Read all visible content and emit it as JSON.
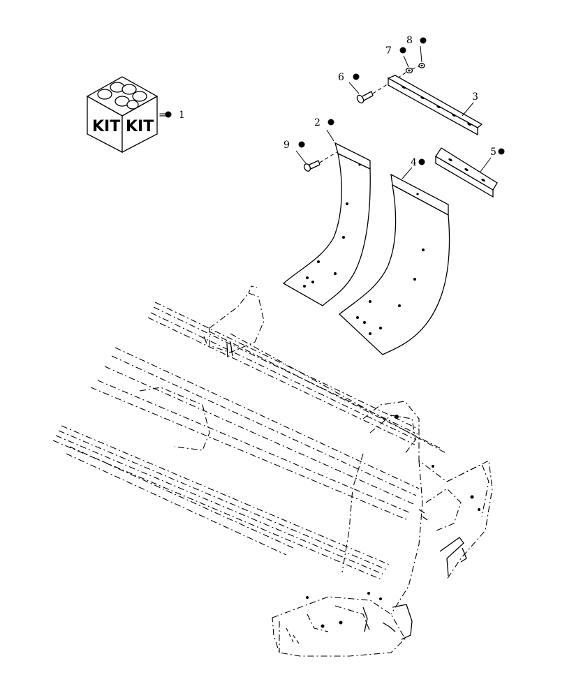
{
  "kit": {
    "label_left": "KIT",
    "label_right": "KIT",
    "equals": "="
  },
  "callouts": [
    {
      "id": "1",
      "text": "1",
      "marked": true
    },
    {
      "id": "2",
      "text": "2",
      "marked": true
    },
    {
      "id": "3",
      "text": "3",
      "marked": false
    },
    {
      "id": "4",
      "text": "4",
      "marked": true
    },
    {
      "id": "5",
      "text": "5",
      "marked": true
    },
    {
      "id": "6",
      "text": "6",
      "marked": true
    },
    {
      "id": "7",
      "text": "7",
      "marked": true
    },
    {
      "id": "8",
      "text": "8",
      "marked": true
    },
    {
      "id": "9",
      "text": "9",
      "marked": true
    }
  ]
}
